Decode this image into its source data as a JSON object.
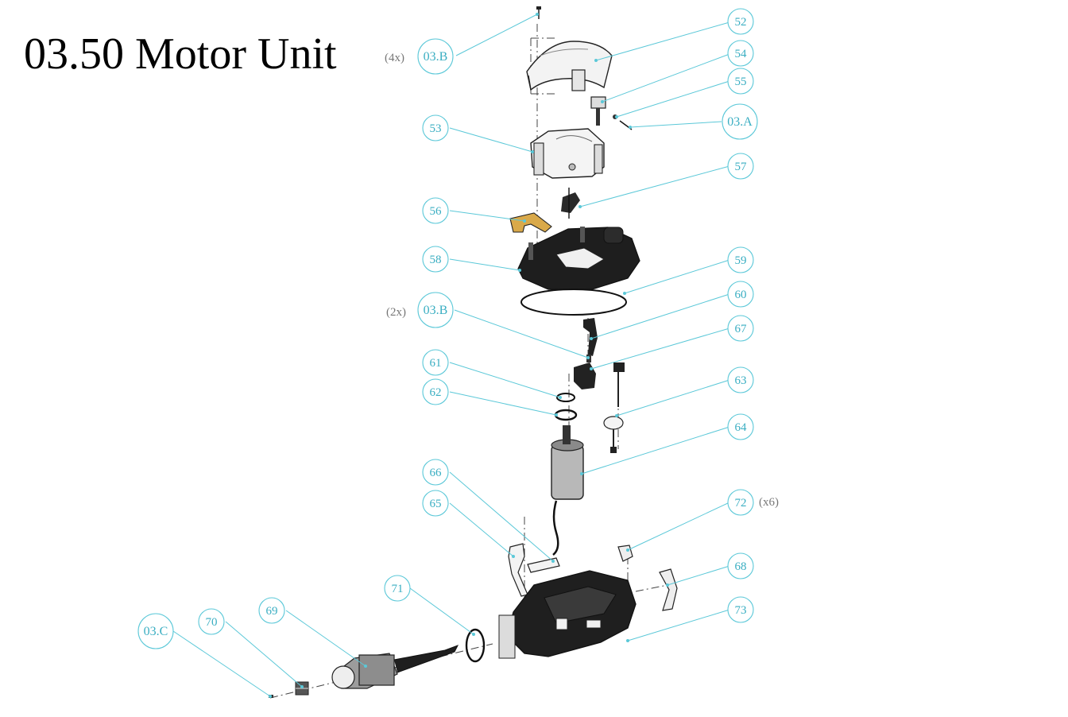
{
  "title": "03.50 Motor Unit",
  "colors": {
    "callout": "#5bc8d8",
    "callout_text": "#3aaec2",
    "quantity": "#777777",
    "part_dark": "#1b1b1b",
    "part_light": "#f0f0f0",
    "gasket": "#d9a94a"
  },
  "callouts": [
    {
      "id": "c-52",
      "label": "52"
    },
    {
      "id": "c-54",
      "label": "54"
    },
    {
      "id": "c-55",
      "label": "55"
    },
    {
      "id": "c-03a",
      "label": "03.A"
    },
    {
      "id": "c-03b-top",
      "label": "03.B"
    },
    {
      "id": "c-53",
      "label": "53"
    },
    {
      "id": "c-57",
      "label": "57"
    },
    {
      "id": "c-56",
      "label": "56"
    },
    {
      "id": "c-58",
      "label": "58"
    },
    {
      "id": "c-59",
      "label": "59"
    },
    {
      "id": "c-60",
      "label": "60"
    },
    {
      "id": "c-03b-mid",
      "label": "03.B"
    },
    {
      "id": "c-67",
      "label": "67"
    },
    {
      "id": "c-61",
      "label": "61"
    },
    {
      "id": "c-62",
      "label": "62"
    },
    {
      "id": "c-63",
      "label": "63"
    },
    {
      "id": "c-64",
      "label": "64"
    },
    {
      "id": "c-66",
      "label": "66"
    },
    {
      "id": "c-65",
      "label": "65"
    },
    {
      "id": "c-72",
      "label": "72"
    },
    {
      "id": "c-68",
      "label": "68"
    },
    {
      "id": "c-71",
      "label": "71"
    },
    {
      "id": "c-73",
      "label": "73"
    },
    {
      "id": "c-69",
      "label": "69"
    },
    {
      "id": "c-70",
      "label": "70"
    },
    {
      "id": "c-03c",
      "label": "03.C"
    }
  ],
  "quantities": {
    "q_03b_top": "(4x)",
    "q_03b_mid": "(2x)",
    "q_72": "(x6)"
  }
}
